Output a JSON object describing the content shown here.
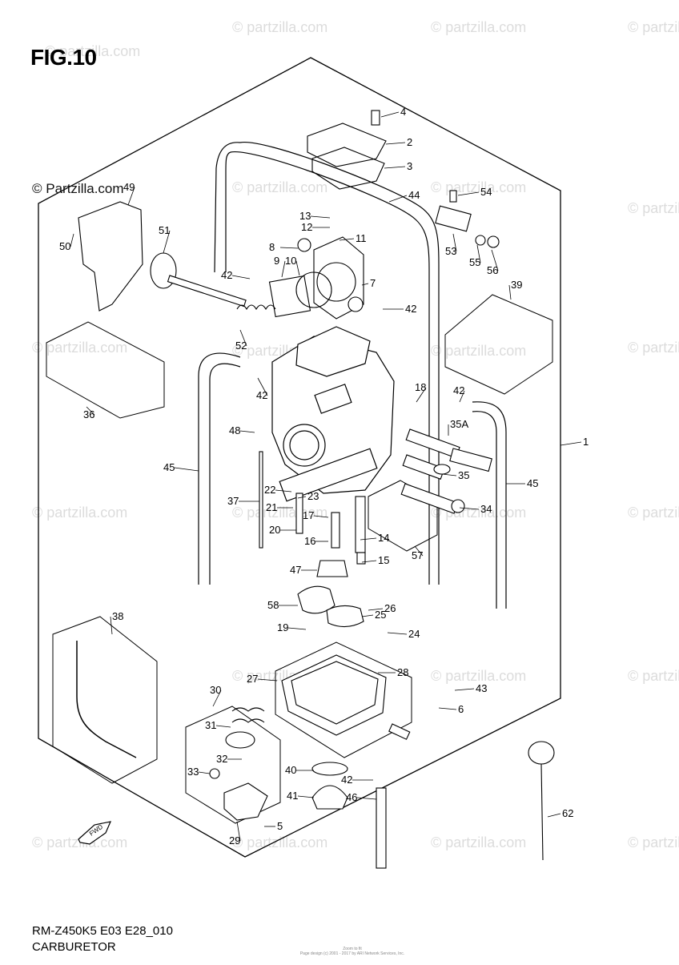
{
  "figure": {
    "title": "FIG.10",
    "brand": "© Partzilla.com",
    "watermark": "© partzilla.com",
    "model": "RM-Z450K5 E03 E28_010",
    "caption": "CARBURETOR",
    "fwd_label": "FWD",
    "footnote_line1": "Zoom to fit",
    "footnote_line2": "Page design (c) 2001 - 2017 by ARI Network Services, Inc."
  },
  "callouts": [
    "1",
    "2",
    "3",
    "4",
    "5",
    "6",
    "7",
    "8",
    "9",
    "10",
    "11",
    "12",
    "13",
    "14",
    "15",
    "16",
    "17",
    "19",
    "20",
    "21",
    "22",
    "23",
    "24",
    "25",
    "26",
    "27",
    "28",
    "29",
    "30",
    "31",
    "32",
    "33",
    "34",
    "35",
    "35A",
    "36",
    "37",
    "38",
    "39",
    "40",
    "41",
    "42",
    "43",
    "44",
    "45",
    "46",
    "47",
    "48",
    "49",
    "50",
    "51",
    "52",
    "53",
    "54",
    "55",
    "56",
    "57",
    "58",
    "62"
  ],
  "callout_list": [
    "4",
    "2",
    "3",
    "54",
    "44",
    "13",
    "12",
    "11",
    "8",
    "9",
    "10",
    "7",
    "42",
    "42",
    "53",
    "55",
    "56",
    "49",
    "50",
    "51",
    "52",
    "36",
    "39",
    "42",
    "18",
    "42",
    "35A",
    "48",
    "1",
    "45",
    "45",
    "35",
    "37",
    "22",
    "23",
    "21",
    "17",
    "20",
    "16",
    "14",
    "15",
    "34",
    "57",
    "47",
    "58",
    "25",
    "26",
    "19",
    "24",
    "38",
    "27",
    "28",
    "43",
    "6",
    "30",
    "31",
    "32",
    "33",
    "40",
    "42",
    "41",
    "46",
    "29",
    "5",
    "62"
  ]
}
